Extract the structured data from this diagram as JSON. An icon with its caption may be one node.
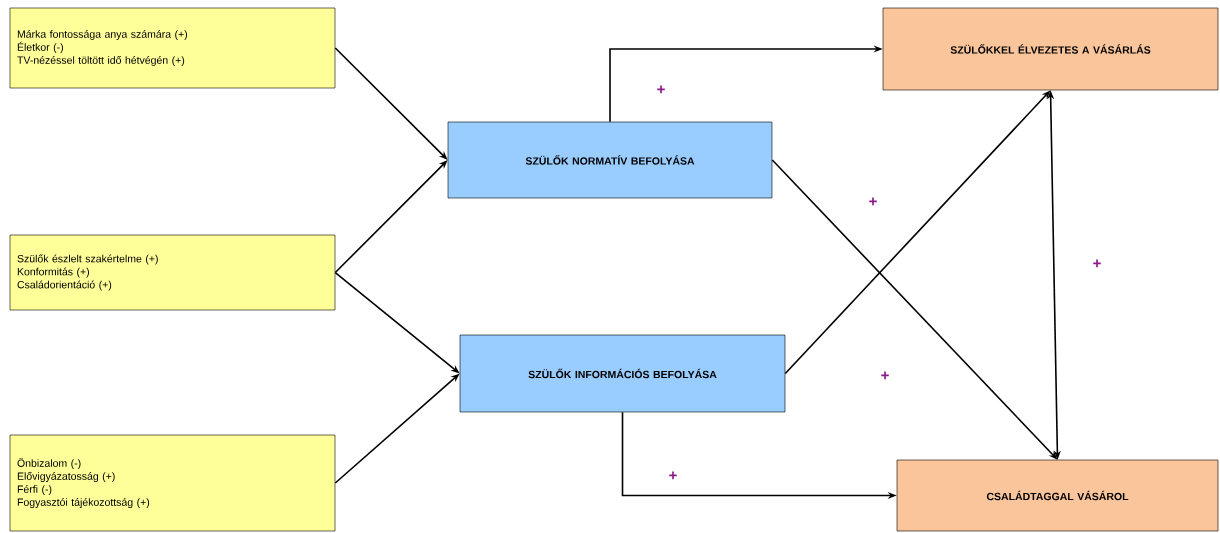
{
  "diagram": {
    "nodes": [
      {
        "text": [
          "Márka fontossága anya számára (+)",
          "Életkor (-)",
          "TV-nézéssel töltött idő hétvégén (+)"
        ]
      },
      {
        "text": [
          "Szülők észlelt szakértelme (+)",
          "Konformitás (+)",
          "Családorientáció (+)"
        ]
      },
      {
        "text": [
          "Önbizalom (-)",
          "Elővigyázatosság (+)",
          "Férfi (-)",
          "Fogyasztói tájékozottság (+)"
        ]
      },
      {
        "text": [
          "SZÜLŐK NORMATÍV BEFOLYÁSA"
        ]
      },
      {
        "text": [
          "SZÜLŐK INFORMÁCIÓS BEFOLYÁSA"
        ]
      },
      {
        "text": [
          "SZÜLŐKKEL ÉLVEZETES A VÁSÁRLÁS"
        ]
      },
      {
        "text": [
          "CSALÁDTAGGAL VÁSÁROL"
        ]
      }
    ],
    "edges": [
      {
        "from": 0,
        "to": 3,
        "arrow": "to"
      },
      {
        "from": 1,
        "to": 3,
        "arrow": "to"
      },
      {
        "from": 1,
        "to": 4,
        "arrow": "to"
      },
      {
        "from": 2,
        "to": 4,
        "arrow": "to"
      },
      {
        "from": 3,
        "to": 5,
        "arrow": "to",
        "label": "+"
      },
      {
        "from": 3,
        "to": 6,
        "arrow": "to",
        "label": "+"
      },
      {
        "from": 4,
        "to": 5,
        "arrow": "to",
        "label": "+"
      },
      {
        "from": 4,
        "to": 6,
        "arrow": "to",
        "label": "+"
      },
      {
        "from": 5,
        "to": 6,
        "arrow": "both",
        "label": "+"
      }
    ]
  }
}
